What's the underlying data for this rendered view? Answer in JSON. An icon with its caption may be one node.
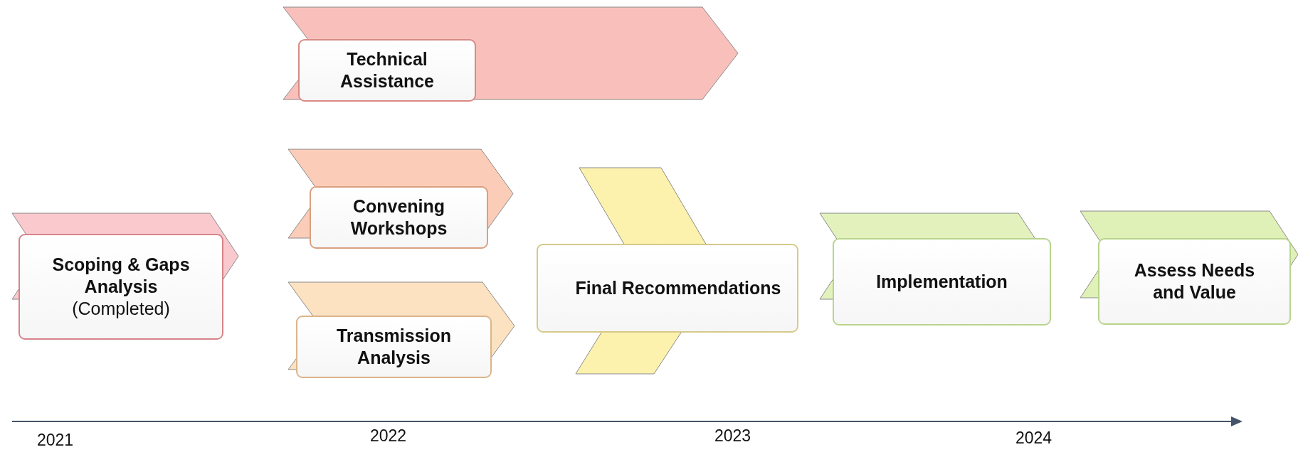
{
  "diagram": {
    "nodes": [
      {
        "text": [
          "Scoping & Gaps Analysis",
          "(Completed)"
        ]
      },
      {
        "text": [
          "Technical Assistance"
        ]
      },
      {
        "text": [
          "Convening Workshops"
        ]
      },
      {
        "text": [
          "Transmission Analysis"
        ]
      },
      {
        "text": [
          "Final Recommendations"
        ]
      },
      {
        "text": [
          "Implementation"
        ]
      },
      {
        "text": [
          "Assess Needs and Value"
        ]
      }
    ],
    "edges": [],
    "labels": [
      "2021",
      "2022",
      "2023",
      "2024"
    ]
  }
}
